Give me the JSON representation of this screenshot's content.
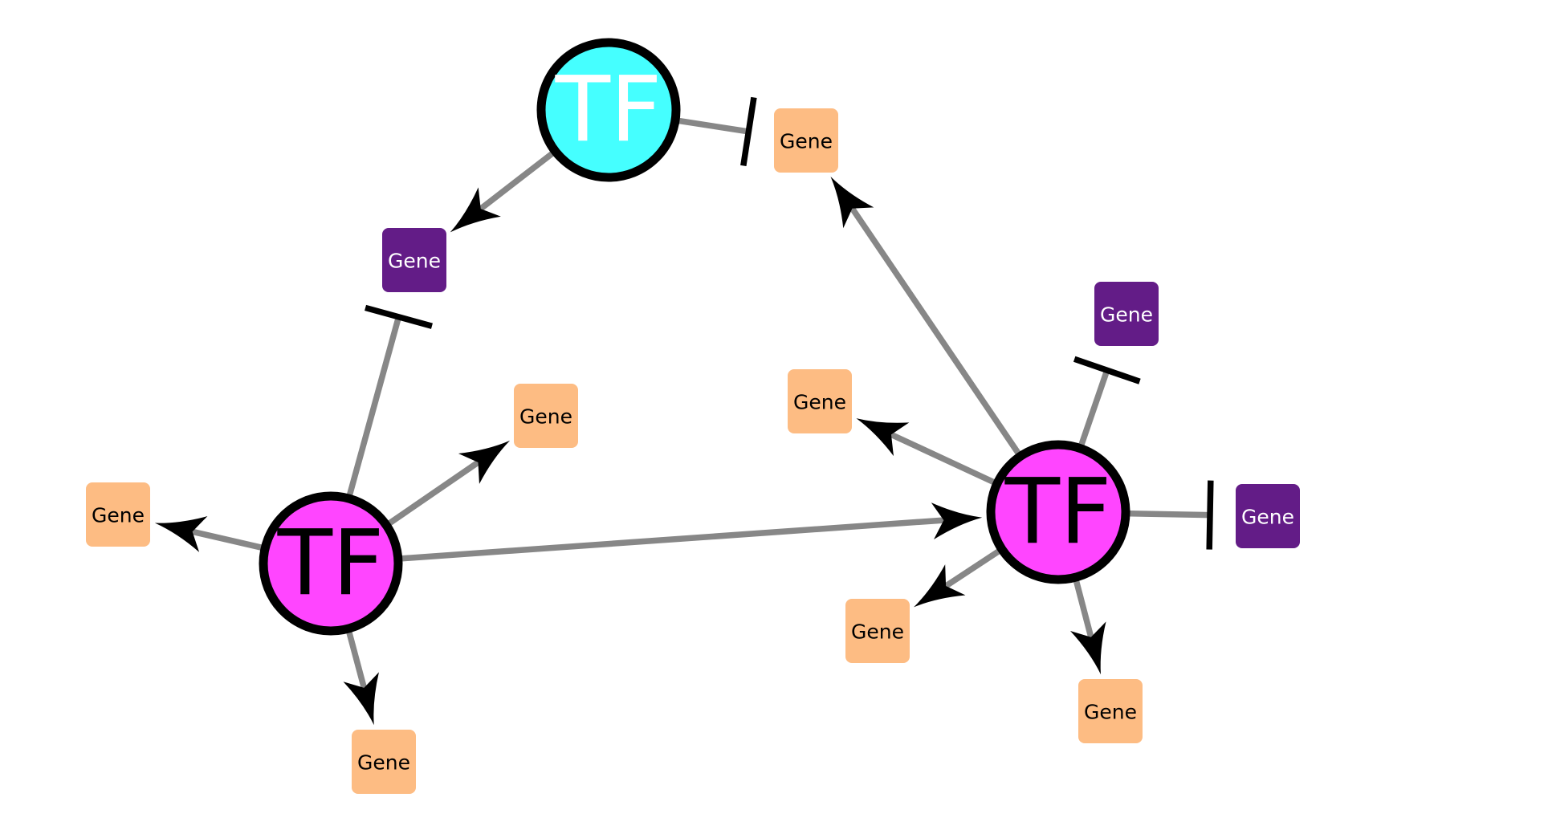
{
  "colors": {
    "tf_cyan": "#45ffff",
    "tf_magenta": "#ff45ff",
    "gene_orange": "#fdbc83",
    "gene_purple": "#631c87",
    "edge": "#878787",
    "outline": "#000000",
    "label_dark": "#000000",
    "label_light": "#ffffff"
  },
  "nodes": {
    "tf_top": {
      "label": "TF",
      "type": "tf",
      "fill": "tf_cyan",
      "text": "label_light"
    },
    "tf_left": {
      "label": "TF",
      "type": "tf",
      "fill": "tf_magenta",
      "text": "label_dark"
    },
    "tf_right": {
      "label": "TF",
      "type": "tf",
      "fill": "tf_magenta",
      "text": "label_dark"
    },
    "gene_top_right": {
      "label": "Gene",
      "type": "gene",
      "fill": "gene_orange",
      "text": "label_dark"
    },
    "gene_top_left_purple": {
      "label": "Gene",
      "type": "gene",
      "fill": "gene_purple",
      "text": "label_light"
    },
    "gene_center_left": {
      "label": "Gene",
      "type": "gene",
      "fill": "gene_orange",
      "text": "label_dark"
    },
    "gene_far_left": {
      "label": "Gene",
      "type": "gene",
      "fill": "gene_orange",
      "text": "label_dark"
    },
    "gene_bottom_left": {
      "label": "Gene",
      "type": "gene",
      "fill": "gene_orange",
      "text": "label_dark"
    },
    "gene_center_right": {
      "label": "Gene",
      "type": "gene",
      "fill": "gene_orange",
      "text": "label_dark"
    },
    "gene_right_upper_purple": {
      "label": "Gene",
      "type": "gene",
      "fill": "gene_purple",
      "text": "label_light"
    },
    "gene_right_purple": {
      "label": "Gene",
      "type": "gene",
      "fill": "gene_purple",
      "text": "label_light"
    },
    "gene_bottom_center_right": {
      "label": "Gene",
      "type": "gene",
      "fill": "gene_orange",
      "text": "label_dark"
    },
    "gene_bottom_right": {
      "label": "Gene",
      "type": "gene",
      "fill": "gene_orange",
      "text": "label_dark"
    }
  },
  "edges": [
    {
      "from": "tf_top",
      "to": "gene_top_right",
      "kind": "inhibition"
    },
    {
      "from": "tf_top",
      "to": "gene_top_left_purple",
      "kind": "activation"
    },
    {
      "from": "tf_left",
      "to": "gene_top_left_purple",
      "kind": "inhibition"
    },
    {
      "from": "tf_left",
      "to": "gene_center_left",
      "kind": "activation"
    },
    {
      "from": "tf_left",
      "to": "gene_far_left",
      "kind": "activation"
    },
    {
      "from": "tf_left",
      "to": "gene_bottom_left",
      "kind": "activation"
    },
    {
      "from": "tf_left",
      "to": "tf_right",
      "kind": "activation"
    },
    {
      "from": "tf_right",
      "to": "gene_top_right",
      "kind": "activation"
    },
    {
      "from": "tf_right",
      "to": "gene_right_upper_purple",
      "kind": "inhibition"
    },
    {
      "from": "tf_right",
      "to": "gene_center_right",
      "kind": "activation"
    },
    {
      "from": "tf_right",
      "to": "gene_right_purple",
      "kind": "inhibition"
    },
    {
      "from": "tf_right",
      "to": "gene_bottom_center_right",
      "kind": "activation"
    },
    {
      "from": "tf_right",
      "to": "gene_bottom_right",
      "kind": "activation"
    }
  ]
}
